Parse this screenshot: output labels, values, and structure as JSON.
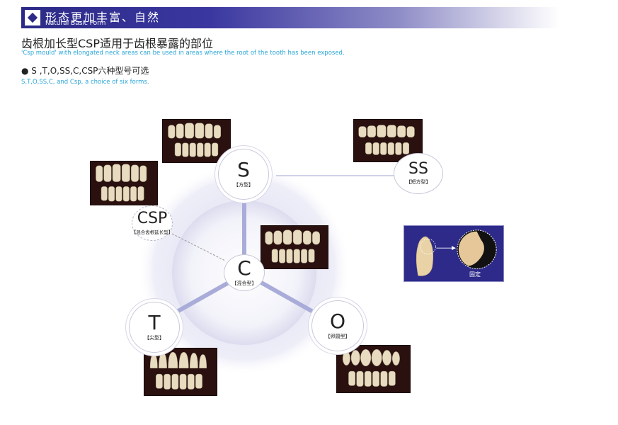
{
  "header": {
    "title_cn": "形态更加丰富、自然",
    "title_en": "Natural Basic Form"
  },
  "headline": "齿根加长型CSP适用于齿根暴露的部位",
  "headline_en": "'Csp mould' with elongated neck areas can be used in areas where the root of the tooth has been exposed.",
  "bullet": "S ,T,O,SS,C,CSP六种型号可选",
  "bullet_en": "S,T,O,SS,C, and Csp, a choice of six forms.",
  "nodes": {
    "s": {
      "letter": "S",
      "label": "【方型】"
    },
    "ss": {
      "letter": "SS",
      "label": "【短方型】"
    },
    "csp": {
      "letter": "CSP",
      "label": "【混合齿根延长型】"
    },
    "c": {
      "letter": "C",
      "label": "【混合型】"
    },
    "t": {
      "letter": "T",
      "label": "【尖型】"
    },
    "o": {
      "letter": "O",
      "label": "【卵圆型】"
    }
  },
  "inset": {
    "label": "固定"
  },
  "colors": {
    "banner": "#2c2a86",
    "accent_text": "#2aa6d8",
    "spoke": "#a9acd8",
    "photo_bg": "#2a1110",
    "tooth": "#e8dcc0"
  }
}
